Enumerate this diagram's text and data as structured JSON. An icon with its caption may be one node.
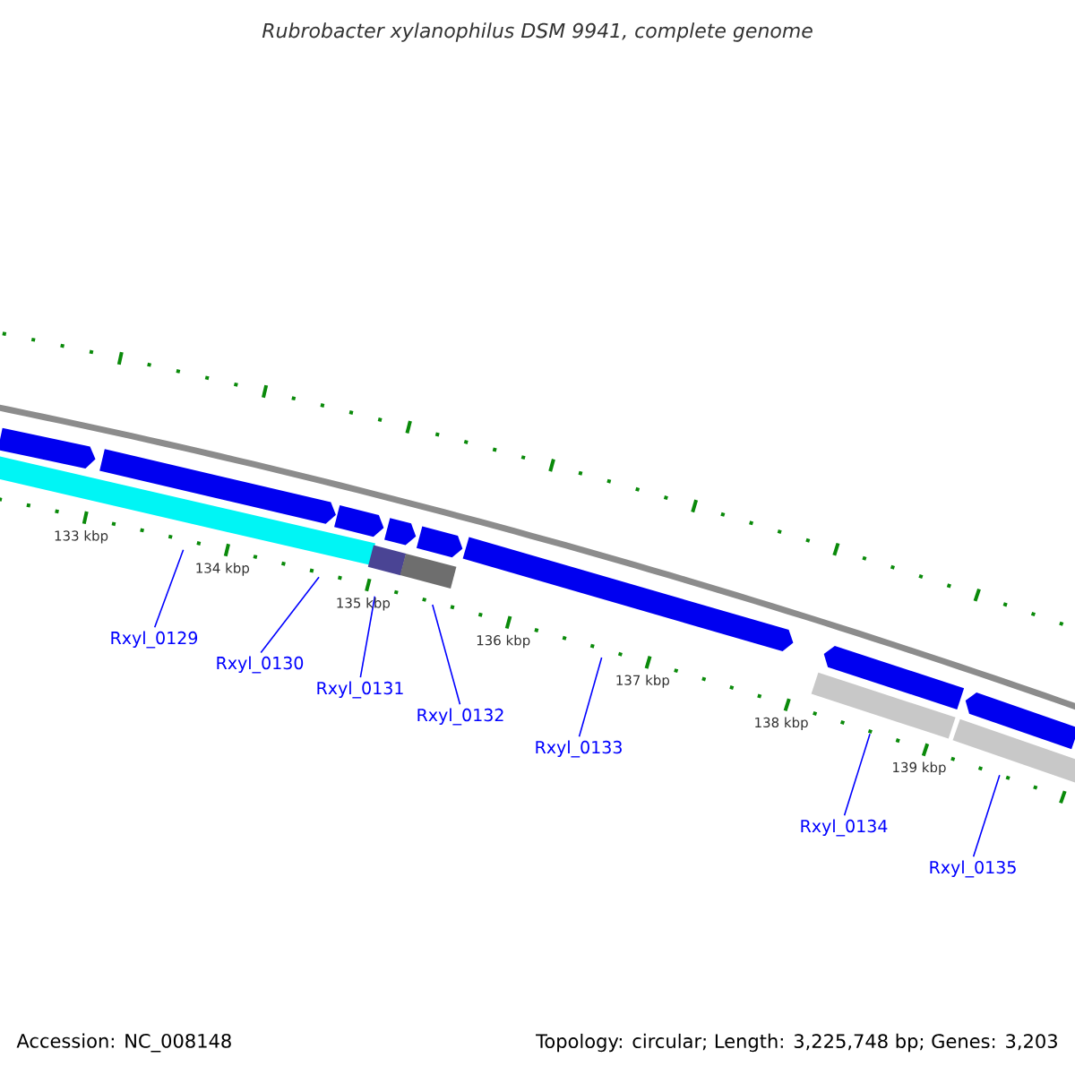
{
  "diagram": {
    "title": "Rubrobacter xylanophilus DSM 9941, complete genome",
    "nodes": [
      {
        "text": [
          "Rxyl_0129"
        ]
      },
      {
        "text": [
          "Rxyl_0130"
        ]
      },
      {
        "text": [
          "Rxyl_0131"
        ]
      },
      {
        "text": [
          "Rxyl_0132"
        ]
      },
      {
        "text": [
          "Rxyl_0133"
        ]
      },
      {
        "text": [
          "Rxyl_0134"
        ]
      },
      {
        "text": [
          "Rxyl_0135"
        ]
      },
      {
        "text": [],
        "shape": "arrow"
      },
      {
        "text": [],
        "shape": "arrow"
      },
      {
        "text": [],
        "shape": "arrow"
      },
      {
        "text": [],
        "shape": "arrow"
      },
      {
        "text": [],
        "shape": "arrow"
      },
      {
        "text": [],
        "shape": "arrow"
      },
      {
        "text": [],
        "shape": "arrow"
      },
      {
        "text": [],
        "shape": "arrow"
      },
      {
        "text": [],
        "shape": "bar"
      },
      {
        "text": [],
        "shape": "bar"
      },
      {
        "text": [],
        "shape": "bar"
      },
      {
        "text": [],
        "shape": "bar"
      },
      {
        "text": [],
        "shape": "bar"
      }
    ],
    "edges": [
      {
        "from": 0,
        "to": 15,
        "arrow": "none"
      },
      {
        "from": 1,
        "to": 15,
        "arrow": "none"
      },
      {
        "from": 2,
        "to": 16,
        "arrow": "none"
      },
      {
        "from": 3,
        "to": 17,
        "arrow": "none"
      },
      {
        "from": 4,
        "to": 12,
        "arrow": "none"
      },
      {
        "from": 5,
        "to": 18,
        "arrow": "none"
      },
      {
        "from": 6,
        "to": 19,
        "arrow": "none"
      }
    ],
    "labels": [
      "133 kbp",
      "134 kbp",
      "135 kbp",
      "136 kbp",
      "137 kbp",
      "138 kbp",
      "139 kbp",
      "Accession: NC_008148",
      "Topology: circular; Length: 3,225,748 bp; Genes: 3,203"
    ]
  }
}
